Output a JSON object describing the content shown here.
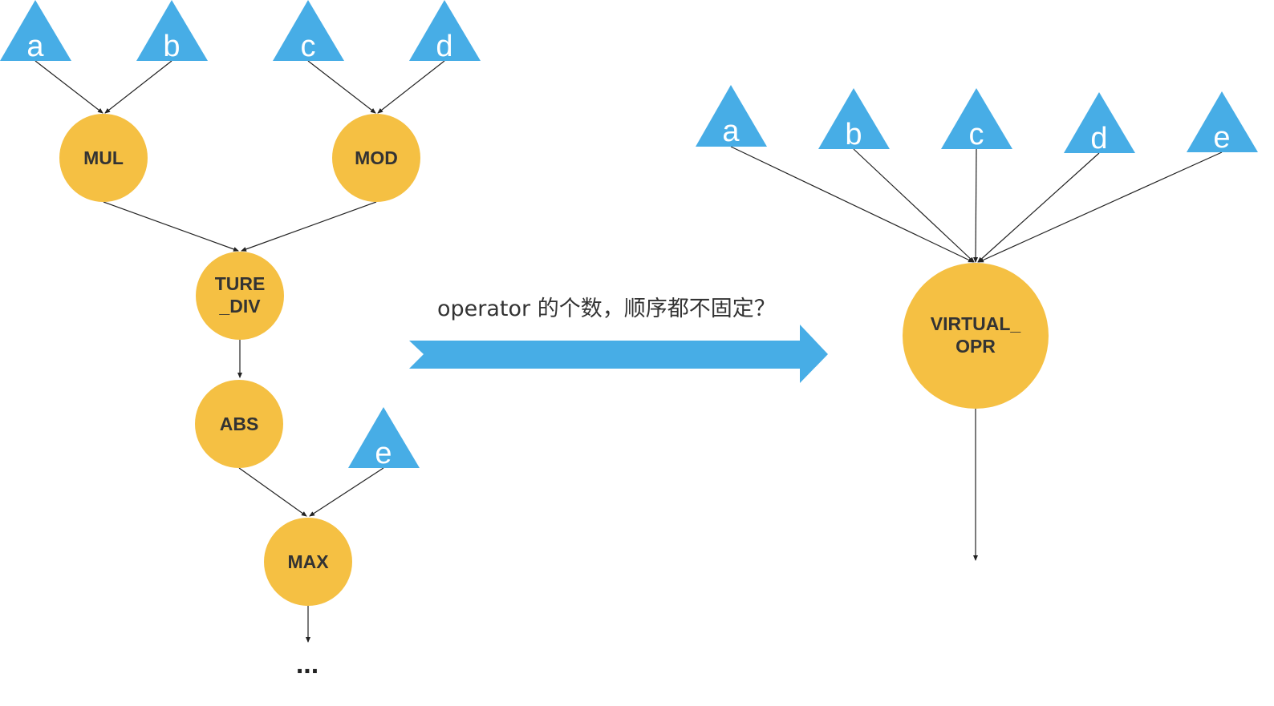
{
  "colors": {
    "input_node": "#47ade6",
    "operator_node": "#f5c043",
    "arrow": "#47ade6"
  },
  "left_graph": {
    "inputs": {
      "a": "a",
      "b": "b",
      "c": "c",
      "d": "d",
      "e": "e"
    },
    "operators": {
      "mul": "MUL",
      "mod": "MOD",
      "true_div_line1": "TURE",
      "true_div_line2": "_DIV",
      "abs": "ABS",
      "max": "MAX"
    },
    "continuation": "..."
  },
  "caption": "operator 的个数，顺序都不固定？",
  "right_graph": {
    "inputs": {
      "a": "a",
      "b": "b",
      "c": "c",
      "d": "d",
      "e": "e"
    },
    "operator_line1": "VIRTUAL_",
    "operator_line2": "OPR"
  }
}
